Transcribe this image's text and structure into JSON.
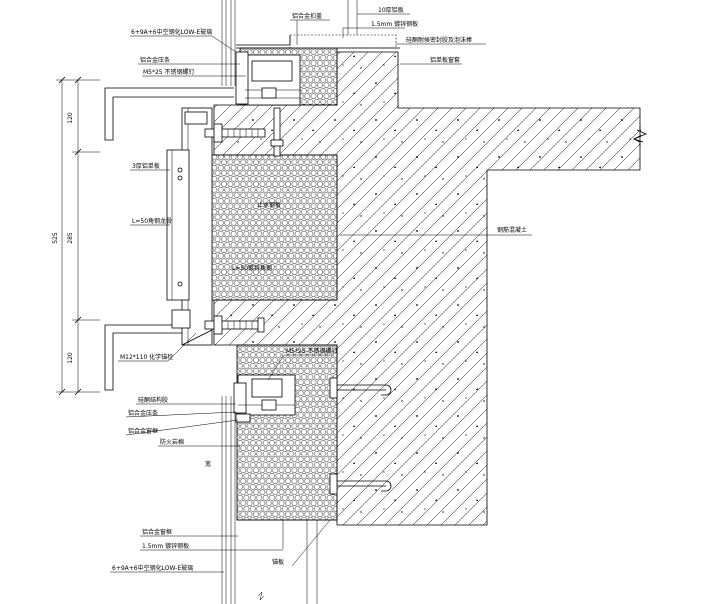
{
  "labels": {
    "glass_top": "6+9A+6中空钢化LOW-E玻璃",
    "pressing_strip_top": "铝合金压条",
    "screw_top": "M5*25 不锈钢螺钉",
    "cap_top": "铝合金扣盖",
    "aluminum_plate_top": "10厚铝板",
    "steel_plate_top": "1.5mm 镀锌钢板",
    "sealant_top": "硅酮耐候密封胶及泡沫棒",
    "window_cover": "铝单板窗套",
    "aluminum_panel": "3厚铝单板",
    "steel_keel": "L=50角钢龙骨",
    "waterstop_plate": "止水钢板",
    "angle_steel": "L=50镀锌角钢",
    "concrete": "钢筋混凝土",
    "chemical_anchor": "M12*110 化学锚栓",
    "screw_bottom": "M5*25 不锈钢螺钉",
    "structural_sealant": "硅酮结构胶",
    "pressing_strip_bottom": "铝合金压条",
    "window_frame_mid": "铝合金窗框",
    "fire_wool": "防火岩棉",
    "width_mark": "宽",
    "window_frame_bottom": "铝合金窗框",
    "steel_plate_bottom": "1.5mm 镀锌钢板",
    "glass_bottom": "6+9A+6中空钢化LOW-E玻璃",
    "anchor_plate": "锚板"
  },
  "dimensions": {
    "top": "120",
    "middle": "285",
    "bottom": "120",
    "total": "525"
  },
  "colors": {
    "line": "#000000",
    "background": "#ffffff"
  }
}
